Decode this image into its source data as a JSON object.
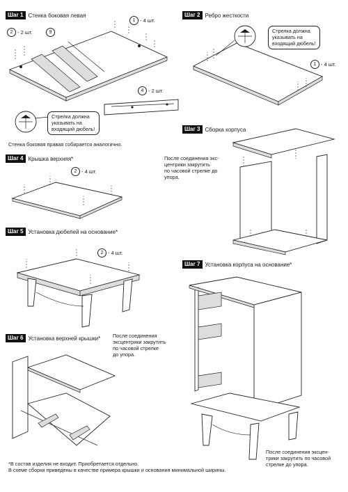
{
  "step1": {
    "badge": "Шаг 1",
    "title": "Стенка боковая левая",
    "marker_a": "2",
    "qty_a": "- 2 шт.",
    "marker_b": "9",
    "marker_c": "1",
    "qty_c": "- 4 шт.",
    "marker_d": "4",
    "qty_d": "- 2 шт.",
    "callout": [
      "Стрелка должна",
      "указывать на",
      "входящий дюбель!"
    ],
    "note": "Стенка боковая правая собирается аналогично."
  },
  "step2": {
    "badge": "Шаг 2",
    "title": "Ребро жесткости",
    "callout": [
      "Стрелка должна",
      "указывать на",
      "входящий дюбель!"
    ],
    "marker": "1",
    "qty": "- 4 шт."
  },
  "step3": {
    "badge": "Шаг 3",
    "title": "Сборка корпуса",
    "note": [
      "После соединения экс-",
      "центрики закрутить",
      "по часовой стрелке до",
      "упора."
    ]
  },
  "step4": {
    "badge": "Шаг 4",
    "title": "Крышка верхняя*",
    "marker": "2",
    "qty": "- 4 шт."
  },
  "step5": {
    "badge": "Шаг 5",
    "title": "Установка дюбелей на основание*",
    "marker": "2",
    "qty": "- 4 шт."
  },
  "step6": {
    "badge": "Шаг 6",
    "title": "Установка верхней крышки*",
    "note": [
      "После соединения",
      "эксцентрики закрутить",
      "по часовой стрелке",
      "до упора."
    ]
  },
  "step7": {
    "badge": "Шаг 7",
    "title": "Установка корпуса на основание*",
    "note": [
      "После соединения эксцен-",
      "трики закрутить по часовой",
      "стрелке до упора."
    ]
  },
  "footnotes": [
    "*В состав изделия не входит. Приобретается отдельно.",
    "В схеме сборки приведены в качестве примера крышки и основания минимальной ширины."
  ]
}
